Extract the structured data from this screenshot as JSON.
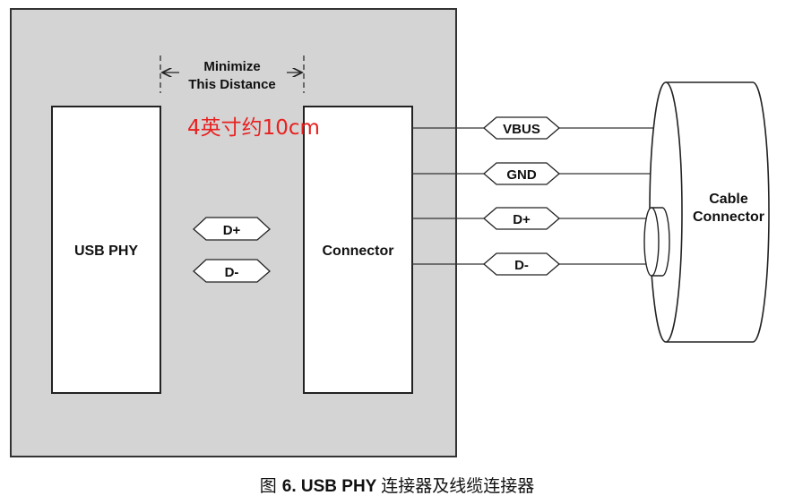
{
  "annotation": {
    "line1": "Minimize",
    "line2": "This Distance"
  },
  "handwritten_note": "4英寸约10cm",
  "blocks": {
    "usb_phy": "USB PHY",
    "connector": "Connector",
    "cable_connector_line1": "Cable",
    "cable_connector_line2": "Connector"
  },
  "internal_signals": [
    "D+",
    "D-"
  ],
  "cable_signals": [
    "VBUS",
    "GND",
    "D+",
    "D-"
  ],
  "caption": {
    "prefix": "图 ",
    "figure": "6. USB PHY ",
    "text": "连接器及线缆连接器"
  },
  "colors": {
    "board_fill": "#d4d4d4",
    "note_color": "#e8201f",
    "line_color": "#222222"
  }
}
